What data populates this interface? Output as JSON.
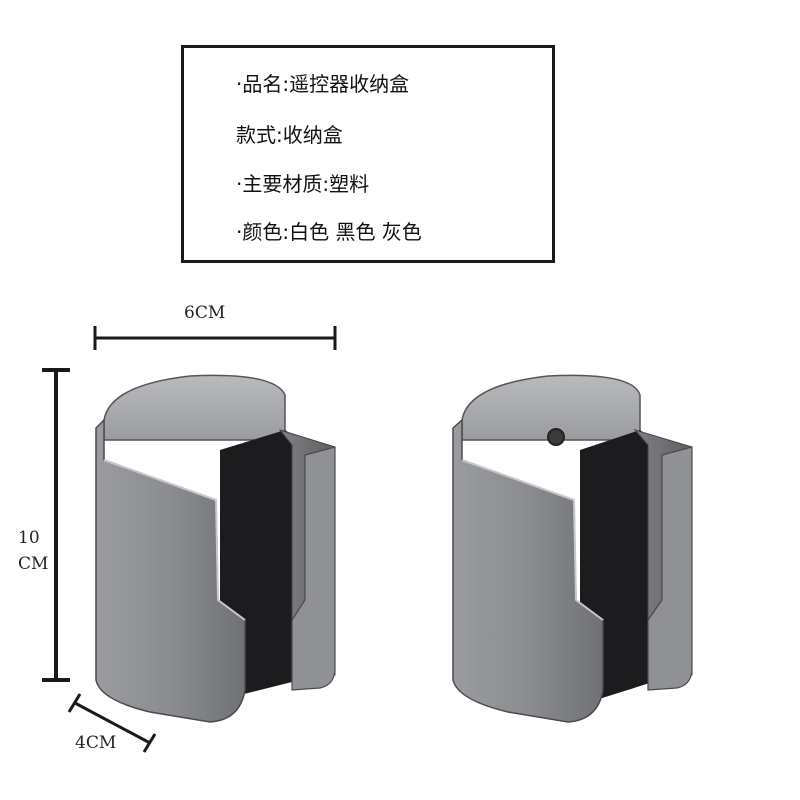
{
  "spec": {
    "lines": [
      "·品名:遥控器收纳盒",
      "款式:收纳盒",
      "·主要材质:塑料",
      "·颜色:白色 黑色 灰色"
    ]
  },
  "dimensions": {
    "width": "6CM",
    "height_top": "10",
    "height_bottom": "CM",
    "depth": "4CM"
  },
  "product": {
    "color": "#8a8c90",
    "dimension_line_color": "#1a1a1a"
  }
}
